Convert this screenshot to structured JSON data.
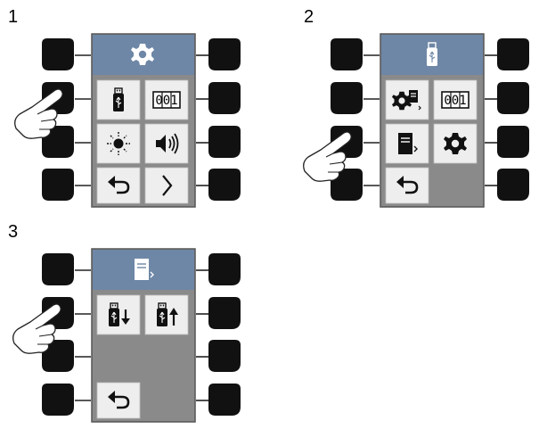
{
  "panels": [
    {
      "step": "1",
      "header_icon": "gear-icon",
      "tiles": [
        {
          "icon": "usb-stick-icon"
        },
        {
          "icon": "counter-icon",
          "text": "001"
        },
        {
          "icon": "brightness-icon"
        },
        {
          "icon": "volume-icon"
        },
        {
          "icon": "back-arrow-icon"
        },
        {
          "icon": "chevron-right-icon"
        }
      ],
      "pressed_button": "left-2"
    },
    {
      "step": "2",
      "header_icon": "usb-stick-icon",
      "tiles": [
        {
          "icon": "gear-list-icon"
        },
        {
          "icon": "counter-icon",
          "text": "001"
        },
        {
          "icon": "document-icon"
        },
        {
          "icon": "gear-icon"
        },
        {
          "icon": "back-arrow-icon"
        }
      ],
      "pressed_button": "left-3"
    },
    {
      "step": "3",
      "header_icon": "document-icon",
      "tiles": [
        {
          "icon": "usb-download-icon"
        },
        {
          "icon": "usb-upload-icon"
        },
        {
          "icon": "back-arrow-icon"
        }
      ],
      "pressed_button": "left-2"
    }
  ],
  "colors": {
    "header": "#6e87a6",
    "screen": "#8a8a8a",
    "tile": "#eeeeee",
    "button": "#111111"
  }
}
